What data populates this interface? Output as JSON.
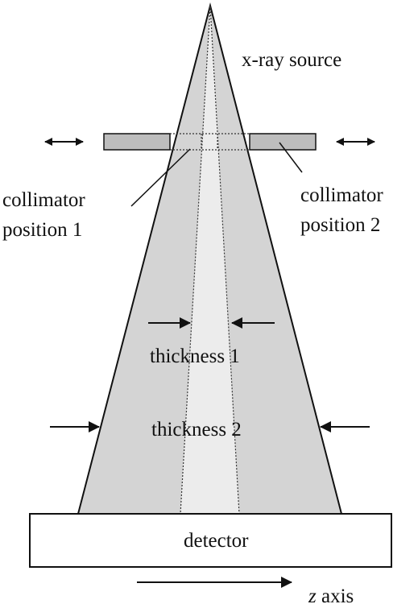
{
  "labels": {
    "source": "x-ray source",
    "collimator_1_line1": "collimator",
    "collimator_1_line2": "position 1",
    "collimator_2_line1": "collimator",
    "collimator_2_line2": "position 2",
    "thickness_1": "thickness 1",
    "thickness_2": "thickness 2",
    "detector": "detector",
    "axis_var": "z",
    "axis_word": " axis"
  },
  "colors": {
    "outer_beam_fill": "#d4d4d4",
    "inner_beam_fill": "#ececec",
    "collimator_fill": "#bdbdbd",
    "stroke": "#111111",
    "detector_fill": "#ffffff"
  }
}
